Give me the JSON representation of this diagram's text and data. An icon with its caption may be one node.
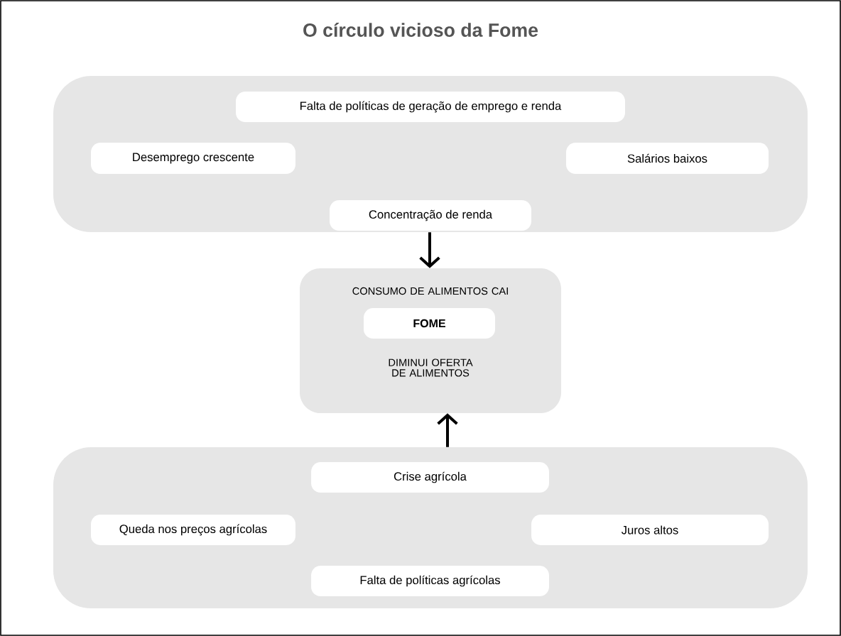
{
  "diagram": {
    "title": "O círculo vicioso da Fome",
    "nodes": [
      {
        "text": [],
        "shape": "box"
      },
      {
        "text": [
          "Falta de políticas de geração de emprego e renda"
        ],
        "in": 0
      },
      {
        "text": [
          "Desemprego crescente"
        ],
        "in": 0
      },
      {
        "text": [
          "Salários baixos"
        ],
        "in": 0
      },
      {
        "text": [
          "Concentração de renda"
        ],
        "in": 0
      },
      {
        "text": [
          "CONSUMO DE ALIMENTOS CAI",
          "DIMINUI OFERTA DE ALIMENTOS"
        ]
      },
      {
        "text": [
          "FOME"
        ],
        "in": 5
      },
      {
        "text": [],
        "shape": "box"
      },
      {
        "text": [
          "Crise agrícola"
        ],
        "in": 7
      },
      {
        "text": [
          "Queda nos preços agrícolas"
        ],
        "in": 7
      },
      {
        "text": [
          "Juros altos"
        ],
        "in": 7
      },
      {
        "text": [
          "Falta de políticas agrícolas"
        ],
        "in": 7
      }
    ],
    "edges": [
      {
        "from": 0,
        "to": 5,
        "arrow": "to"
      },
      {
        "from": 7,
        "to": 5,
        "arrow": "to"
      }
    ]
  }
}
